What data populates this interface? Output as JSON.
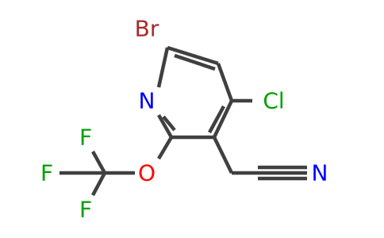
{
  "molecule": {
    "atoms": {
      "br": "Br",
      "n_ring": "N",
      "cl": "Cl",
      "n_nitrile": "N",
      "o": "O",
      "f_top": "F",
      "f_left": "F",
      "f_bottom": "F"
    },
    "colors": {
      "bond": "#404040",
      "bromine": "#a52a2a",
      "nitrogen": "#0000ff",
      "chlorine": "#00a000",
      "oxygen": "#ff0000",
      "fluorine": "#00a000"
    }
  }
}
